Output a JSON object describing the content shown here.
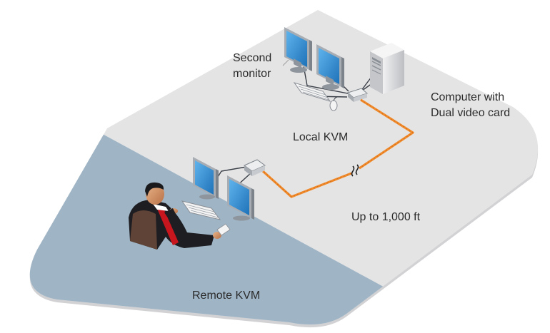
{
  "labels": {
    "second_monitor": [
      "Second",
      "monitor"
    ],
    "computer": [
      "Computer with",
      "Dual video card"
    ],
    "local_kvm": "Local KVM",
    "distance": "Up to 1,000 ft",
    "remote_kvm": "Remote KVM"
  },
  "colors": {
    "local_floor": "#e4e4e5",
    "remote_floor": "#9fb5c6",
    "floor_edge": "#c9c9cb",
    "cable": "#f08a2a",
    "monitor_screen": "#2f8fd6",
    "monitor_frame": "#a8adb3",
    "tower": "#d9dadc",
    "suit": "#1d1d22",
    "tie": "#c8161e"
  },
  "icons": [
    "monitor-icon",
    "computer-tower-icon",
    "keyboard-icon",
    "mouse-icon",
    "kvm-switch-icon",
    "kvm-extender-icon",
    "user-at-desk-icon",
    "cable-break-icon"
  ]
}
